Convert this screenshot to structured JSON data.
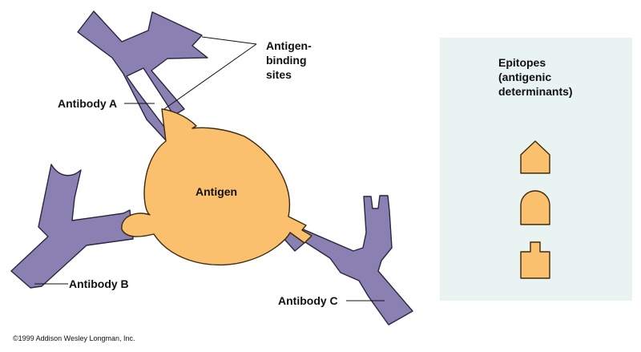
{
  "labels": {
    "antigen_binding_sites": [
      "Antigen-",
      "binding",
      "sites"
    ],
    "antibody_a": "Antibody A",
    "antibody_b": "Antibody B",
    "antibody_c": "Antibody C",
    "antigen": "Antigen",
    "epitopes": [
      "Epitopes",
      "(antigenic",
      "determinants)"
    ],
    "copyright": "©1999 Addison Wesley Longman, Inc."
  },
  "colors": {
    "antibody": "#8a80b2",
    "antigen": "#fbc06d",
    "panel_bg": "#e9f3f1"
  },
  "epitope_shapes": [
    "pointed",
    "rounded",
    "notched"
  ]
}
